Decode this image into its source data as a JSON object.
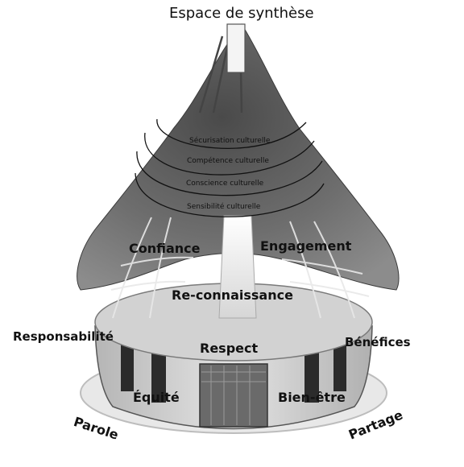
{
  "title": "Espace de synthèse",
  "rings": {
    "securisation": "Sécurisation culturelle",
    "competence": "Compétence culturelle",
    "conscience": "Conscience culturelle",
    "sensibilite": "Sensibilité culturelle"
  },
  "values": {
    "confiance": "Confiance",
    "engagement": "Engagement",
    "reconnaissance": "Re-connaissance",
    "respect": "Respect",
    "equite": "Équité",
    "bien_etre": "Bien-être",
    "responsabilite": "Responsabilité",
    "benefices": "Bénéfices",
    "parole": "Parole",
    "partage": "Partage"
  }
}
